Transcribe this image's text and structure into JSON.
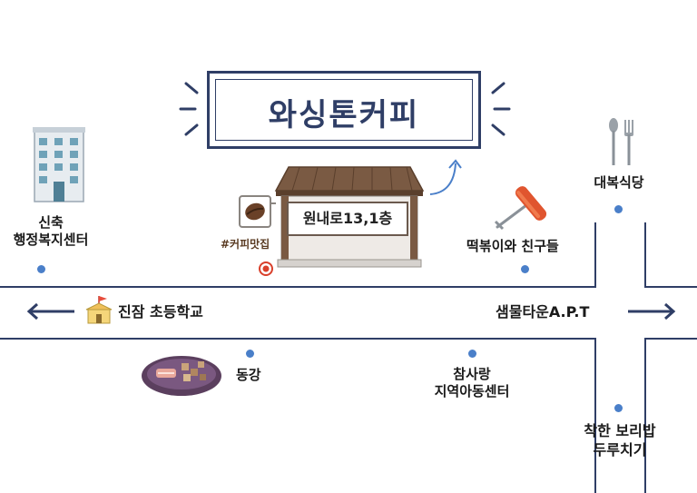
{
  "title": "와싱톤커피",
  "shop": {
    "address": "원내로13,1층",
    "hashtag": "#커피맛집"
  },
  "landmarks": {
    "welfare_center": [
      "신축",
      "행정복지센터"
    ],
    "restaurant": "대복식당",
    "tteokbokki": "떡볶이와 친구들",
    "school": "진잠 초등학교",
    "apartment": "샘물타운A.P.T",
    "donggang": "동강",
    "childcare": [
      "참사랑",
      "지역아동센터"
    ],
    "barley": [
      "착한 보리밥",
      "두루치기"
    ]
  },
  "colors": {
    "road": "#2f3e66",
    "dot": "#4a7fc9",
    "title": "#2f3e66",
    "roof": "#7a5a43",
    "accent_red": "#d9402b"
  },
  "icons": [
    "building-icon",
    "fork-spoon-icon",
    "tteokbokki-skewer-icon",
    "school-flag-icon",
    "grill-pan-icon",
    "coffee-bean-icon",
    "location-pin-icon",
    "arrow-left-icon",
    "arrow-right-icon",
    "curved-arrow-icon"
  ]
}
